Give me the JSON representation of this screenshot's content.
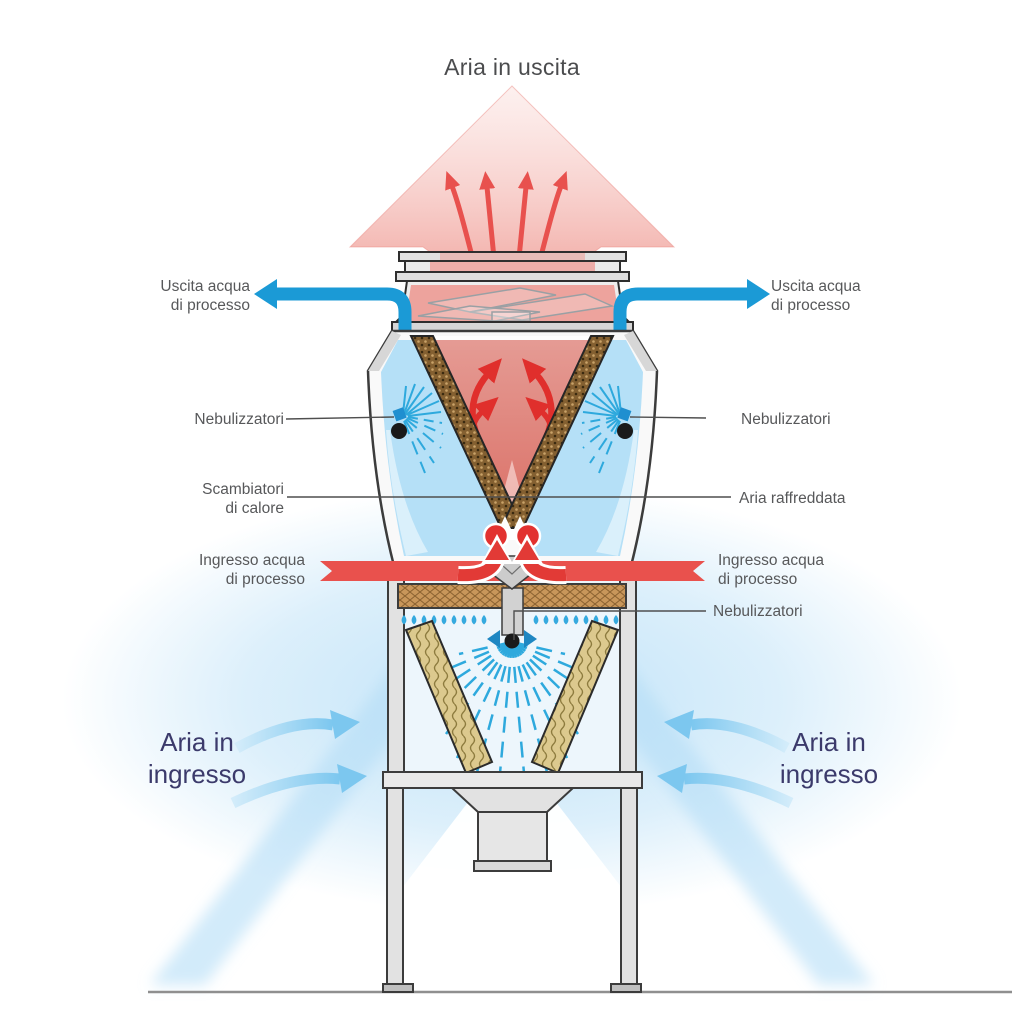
{
  "diagram": {
    "title": "Aria in uscita",
    "labels": {
      "air_out": "Aria in uscita",
      "water_out_left": "Uscita acqua\ndi processo",
      "water_out_right": "Uscita acqua\ndi processo",
      "nebulizers_left": "Nebulizzatori",
      "nebulizers_right": "Nebulizzatori",
      "heat_exchangers": "Scambiatori\ndi calore",
      "cooled_air": "Aria raffreddata",
      "water_in_left": "Ingresso acqua\ndi processo",
      "water_in_right": "Ingresso acqua\ndi processo",
      "nebulizers_lower": "Nebulizzatori",
      "air_in_left": "Aria in\ningresso",
      "air_in_right": "Aria in\ningresso"
    },
    "colors": {
      "water_blue": "#1b9ad6",
      "hot_red": "#e23a36",
      "warm_air_pink": "#eb9a94",
      "cool_air_blue": "#b5e0f7",
      "spray_blue": "#35aadf",
      "coil_brown": "#846031",
      "hatch_tan": "#c8965a",
      "fill_media_tan": "#dcc98e",
      "structure_gray": "#e4e4e4",
      "label_gray": "#57585a",
      "label_navy": "#3b3a6b"
    }
  }
}
